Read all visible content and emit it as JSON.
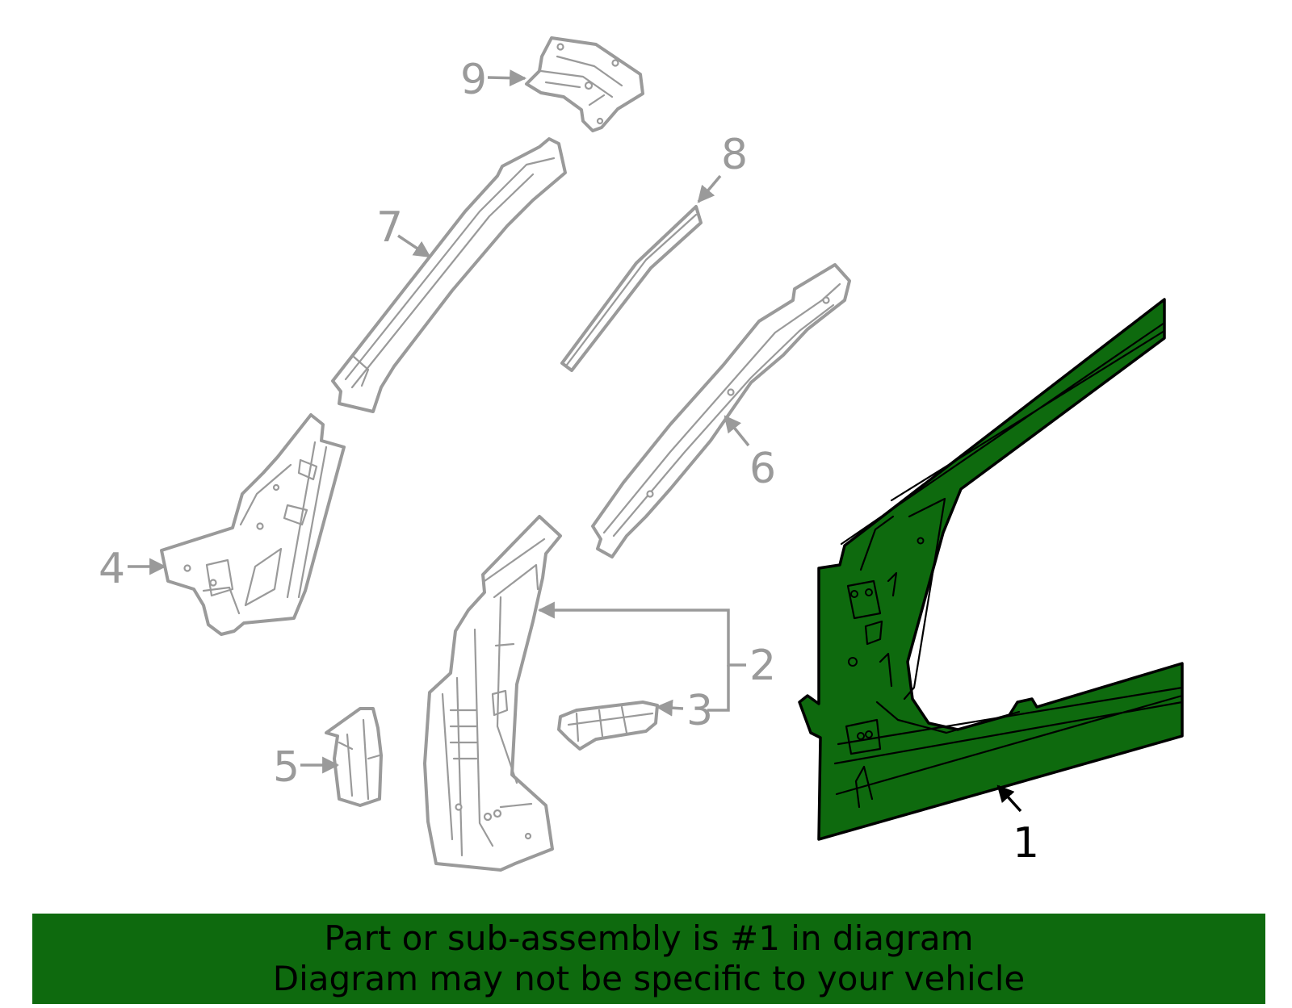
{
  "colors": {
    "highlight": "#0e6a0e",
    "outline": "#9a9a9a",
    "banner_bg": "#0e6a0e"
  },
  "callouts": {
    "c1": "1",
    "c2": "2",
    "c3": "3",
    "c4": "4",
    "c5": "5",
    "c6": "6",
    "c7": "7",
    "c8": "8",
    "c9": "9"
  },
  "banner": {
    "line1": "Part or sub-assembly is #1 in diagram",
    "line2": "Diagram may not be specific to your vehicle"
  }
}
